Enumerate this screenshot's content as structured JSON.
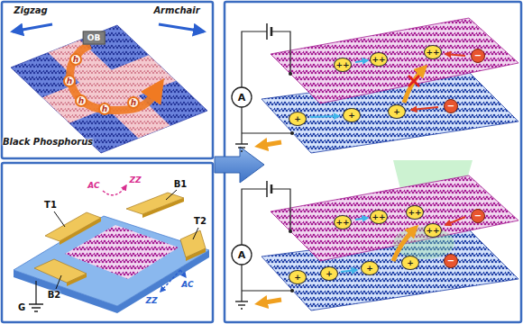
{
  "diagram": {
    "labels": [
      "Zigzag",
      "Armchair",
      "OB",
      "h",
      "h",
      "h",
      "h",
      "h",
      "Black Phosphorus",
      "AC",
      "ZZ",
      "T1",
      "B1",
      "T2",
      "B2",
      "AC",
      "ZZ",
      "G",
      "A",
      "++",
      "++",
      "++",
      "−",
      "+",
      "+",
      "+",
      "−",
      "A",
      "++",
      "++",
      "++",
      "++",
      "−",
      "+",
      "+",
      "+",
      "+",
      "−"
    ]
  }
}
